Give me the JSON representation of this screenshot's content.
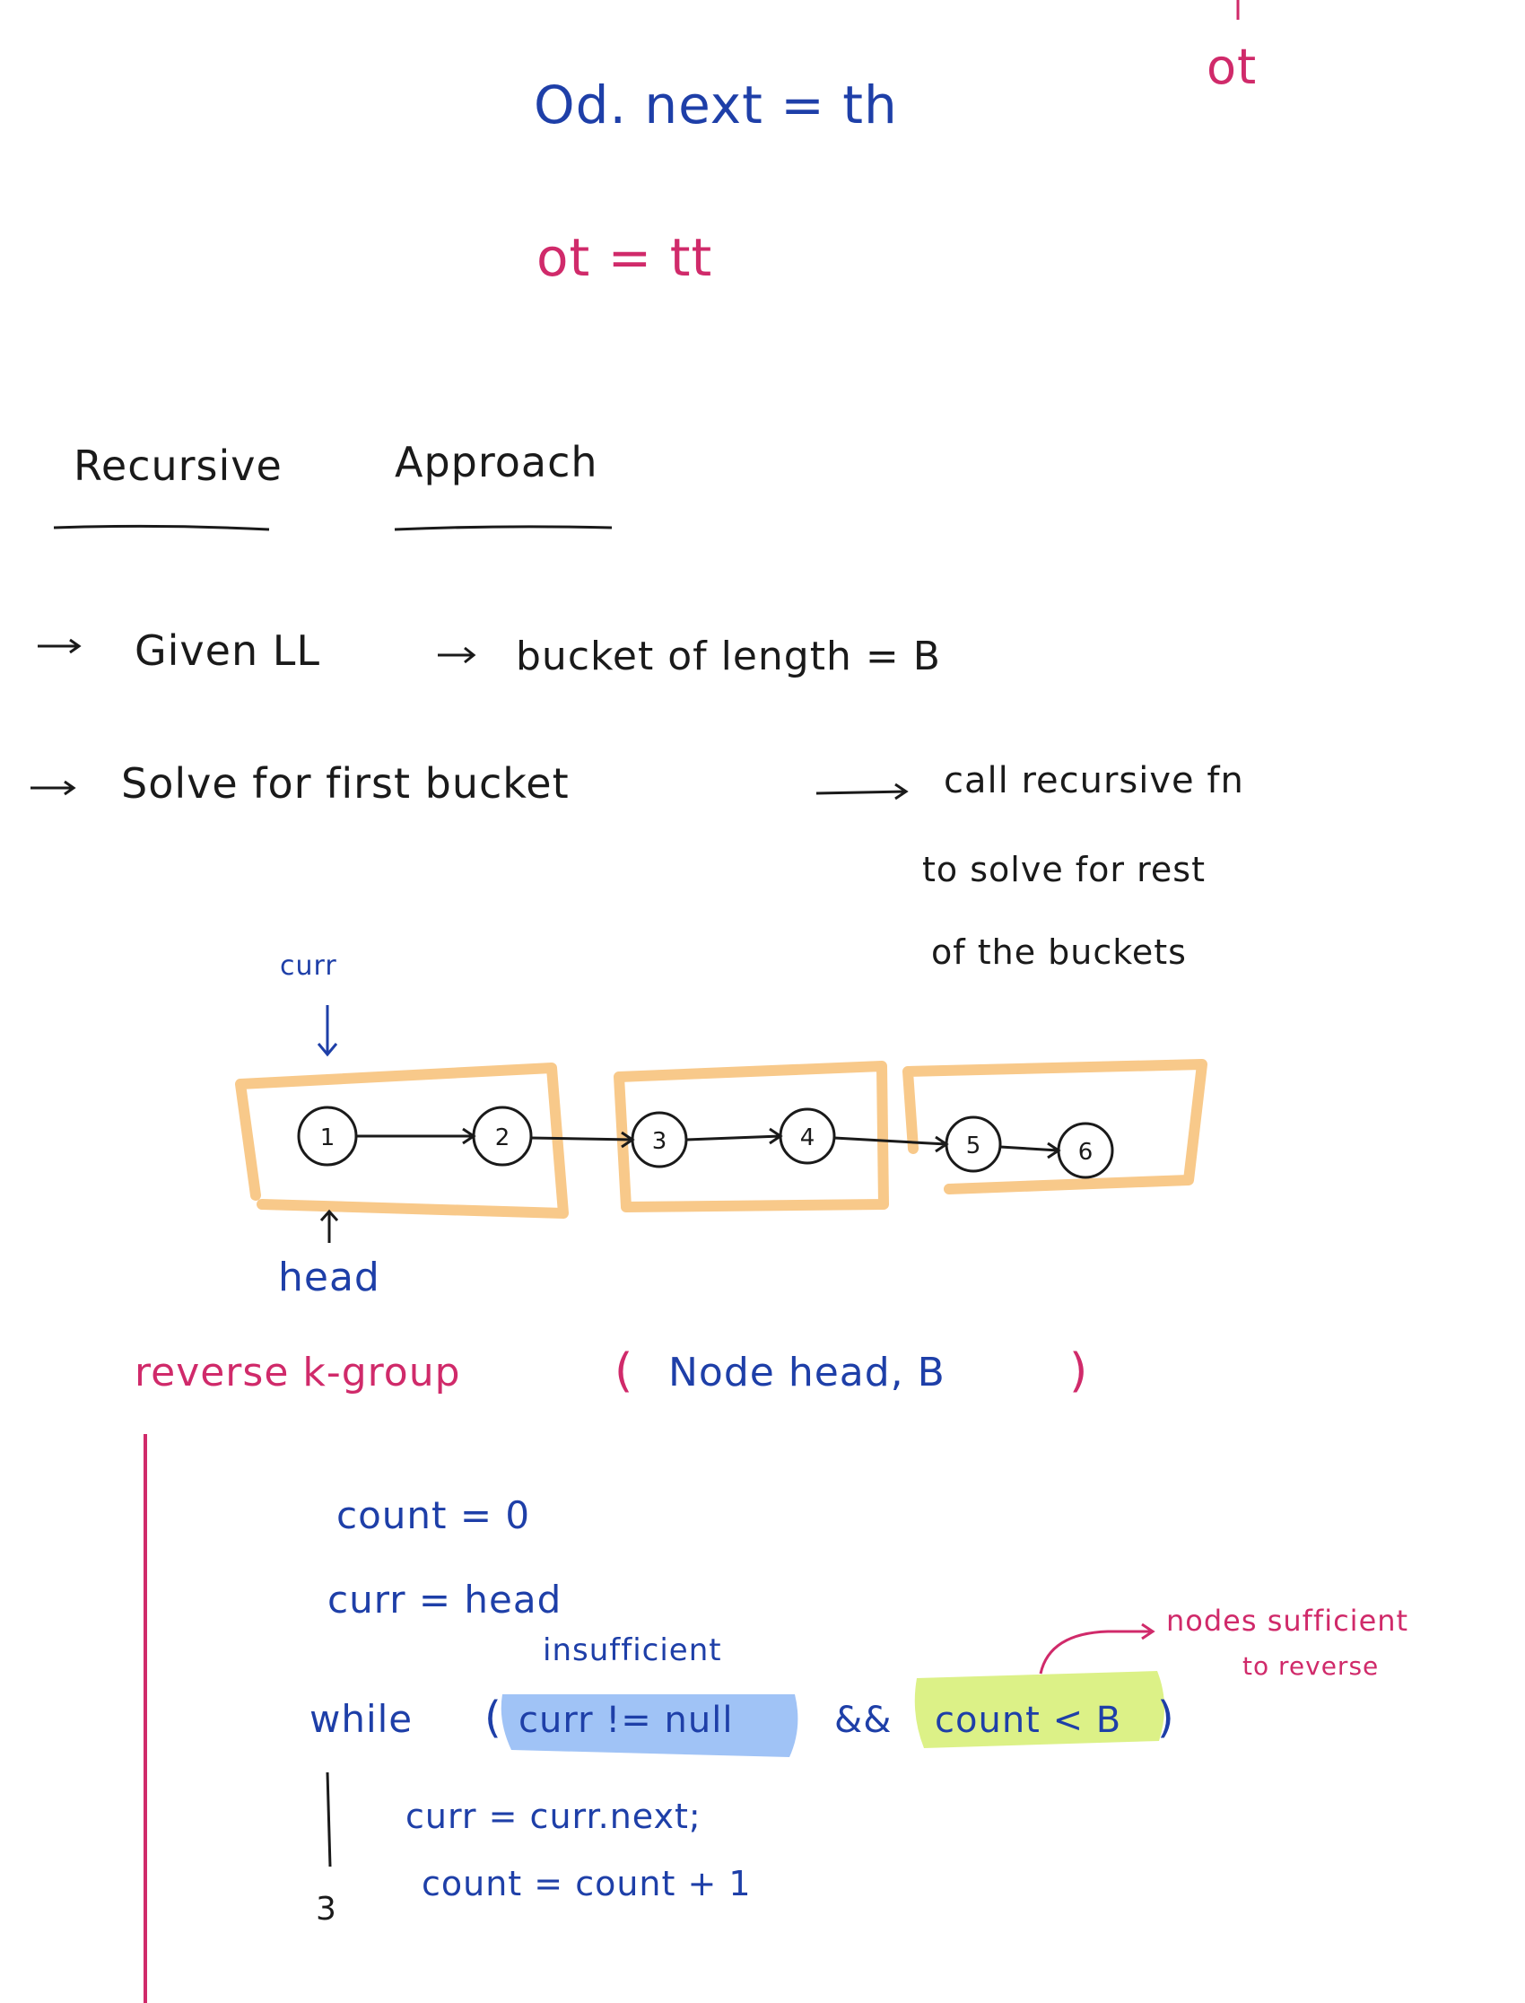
{
  "top": {
    "fragment": "ot",
    "line1": "Od. next = th",
    "line2": "ot = tt"
  },
  "heading": {
    "word1": "Recursive",
    "word2": "Approach"
  },
  "bullets": {
    "b1_left": "Given LL",
    "b1_right": "bucket of length = B",
    "b2_left": "Solve for first bucket",
    "b2_r1": "call recursive fn",
    "b2_r2": "to solve for rest",
    "b2_r3": "of the buckets"
  },
  "diagram": {
    "curr_label": "curr",
    "head_label": "head",
    "nodes": [
      "1",
      "2",
      "3",
      "4",
      "5",
      "6"
    ]
  },
  "code": {
    "signature": {
      "name": "reverse k-group",
      "open": "(",
      "params": "Node head, B",
      "close": ")"
    },
    "count_init": "count = 0",
    "curr_init": "curr = head",
    "insufficient_note": "insufficient",
    "nodes_note_1": "nodes sufficient",
    "nodes_note_2": "to reverse",
    "while_kw": "while",
    "cond1": "curr != null",
    "and_op": "&&",
    "cond2": "count < B",
    "close_paren": ")",
    "body1": "curr = curr.next;",
    "body2": "count = count + 1",
    "brace_close": "3"
  },
  "colors": {
    "ink_blue": "#1e3fa8",
    "ink_pink": "#d02a6a",
    "highlight_blue": "#8fb8f5",
    "highlight_green": "#d8f07a",
    "bucket_orange": "#f8c98a"
  }
}
